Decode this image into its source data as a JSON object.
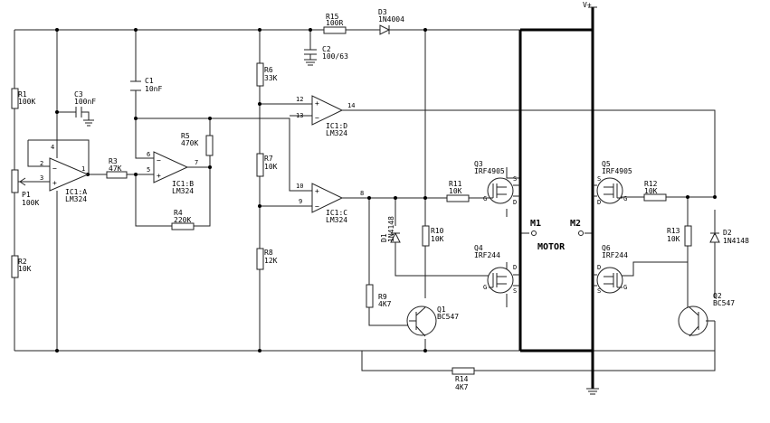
{
  "supply": {
    "vplus": "V+"
  },
  "components": {
    "R1": {
      "ref": "R1",
      "value": "100K"
    },
    "R2": {
      "ref": "R2",
      "value": "10K"
    },
    "P1": {
      "ref": "P1",
      "value": "100K"
    },
    "C3": {
      "ref": "C3",
      "value": "100nF"
    },
    "C1": {
      "ref": "C1",
      "value": "10nF"
    },
    "R3": {
      "ref": "R3",
      "value": "47K"
    },
    "R5": {
      "ref": "R5",
      "value": "470K"
    },
    "R4": {
      "ref": "R4",
      "value": "220K"
    },
    "R6": {
      "ref": "R6",
      "value": "33K"
    },
    "R7": {
      "ref": "R7",
      "value": "10K"
    },
    "R8": {
      "ref": "R8",
      "value": "12K"
    },
    "R15": {
      "ref": "R15",
      "value": "100R"
    },
    "C2": {
      "ref": "C2",
      "value": "100/63"
    },
    "D3": {
      "ref": "D3",
      "value": "1N4004"
    },
    "ICA": {
      "ref": "IC1:A",
      "value": "LM324"
    },
    "ICB": {
      "ref": "IC1:B",
      "value": "LM324"
    },
    "ICC": {
      "ref": "IC1:C",
      "value": "LM324"
    },
    "ICD": {
      "ref": "IC1:D",
      "value": "LM324"
    },
    "R11": {
      "ref": "R11",
      "value": "10K"
    },
    "R10": {
      "ref": "R10",
      "value": "10K"
    },
    "D1": {
      "ref": "D1",
      "value": "1N4148"
    },
    "R9": {
      "ref": "R9",
      "value": "4K7"
    },
    "Q1": {
      "ref": "Q1",
      "value": "BC547"
    },
    "Q3": {
      "ref": "Q3",
      "value": "IRF4905"
    },
    "Q4": {
      "ref": "Q4",
      "value": "IRF244"
    },
    "Q5": {
      "ref": "Q5",
      "value": "IRF4905"
    },
    "Q6": {
      "ref": "Q6",
      "value": "IRF244"
    },
    "R12": {
      "ref": "R12",
      "value": "10K"
    },
    "R13": {
      "ref": "R13",
      "value": "10K"
    },
    "D2": {
      "ref": "D2",
      "value": "1N4148"
    },
    "Q2": {
      "ref": "Q2",
      "value": "BC547"
    },
    "R14": {
      "ref": "R14",
      "value": "4K7"
    }
  },
  "motor": {
    "m1": "M1",
    "m2": "M2",
    "label": "MOTOR"
  },
  "pins": {
    "a1": "1",
    "a2": "2",
    "a3": "3",
    "a4": "4",
    "b5": "5",
    "b6": "6",
    "b7": "7",
    "c8": "8",
    "c9": "9",
    "c10": "10",
    "d12": "12",
    "d13": "13",
    "d14": "14",
    "g": "G",
    "s": "S",
    "d": "D"
  },
  "opamp": {
    "minus": "−",
    "plus": "+"
  }
}
